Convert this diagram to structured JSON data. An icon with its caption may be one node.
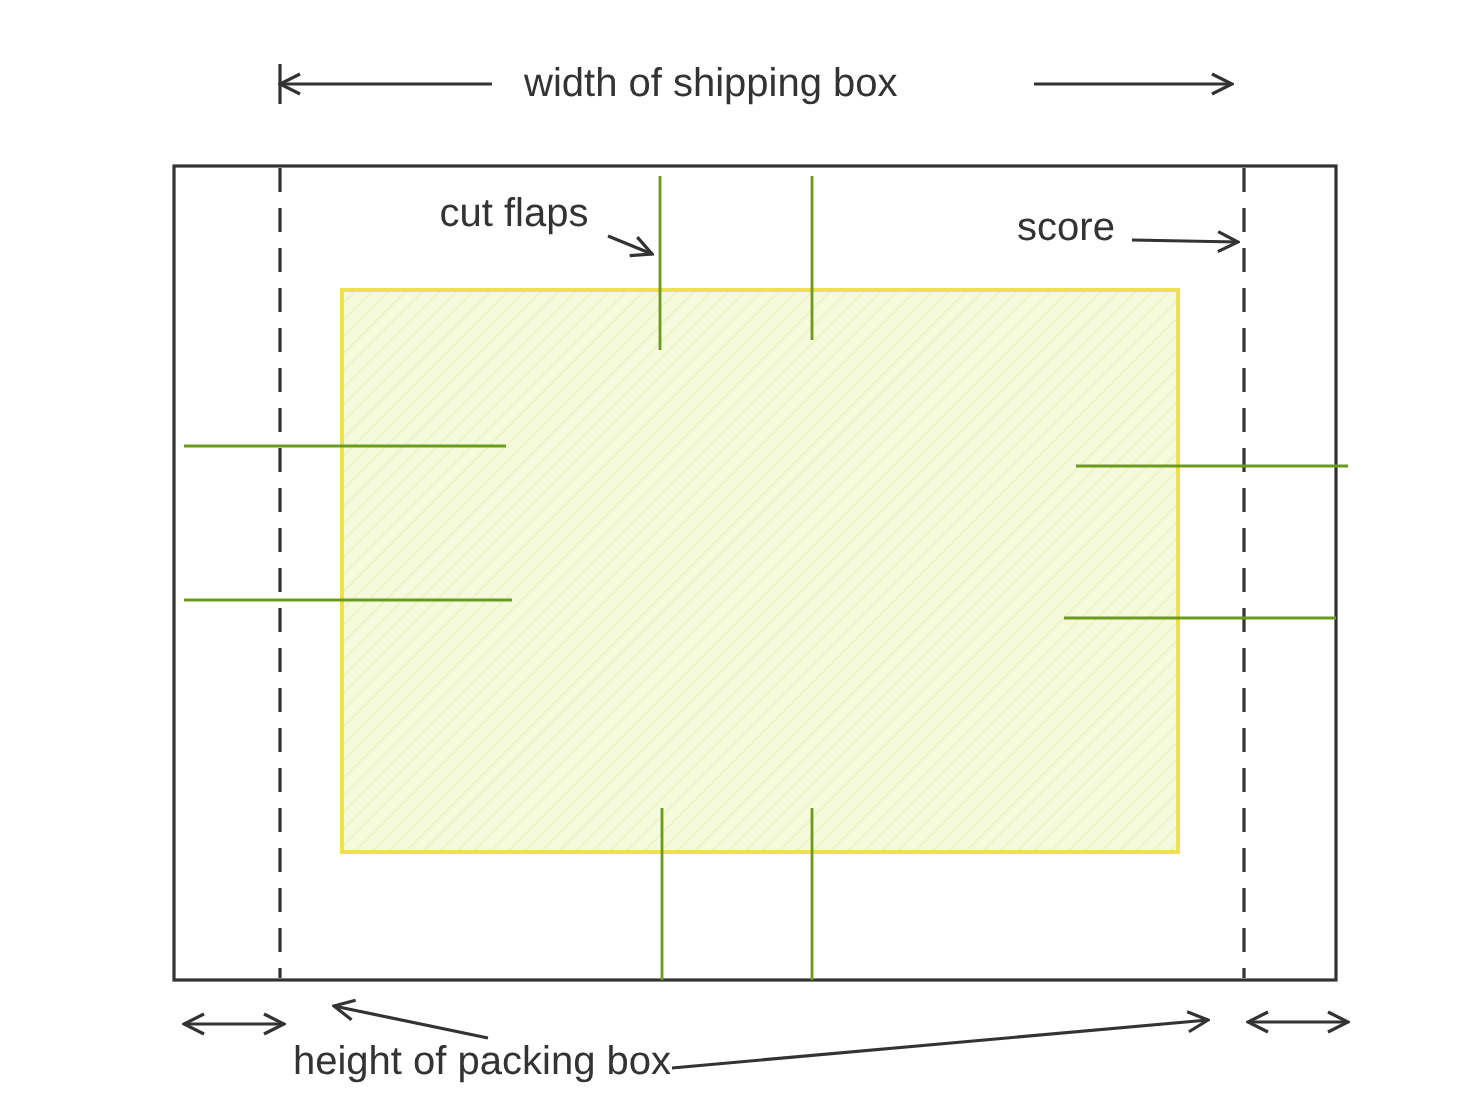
{
  "diagram": {
    "nodes": [
      {
        "text": [
          "cut flaps"
        ]
      },
      {
        "text": [
          "score"
        ]
      },
      {
        "text": [
          "height of packing box"
        ]
      }
    ],
    "edges": [
      {
        "from": 0,
        "to": null,
        "arrow": "to"
      },
      {
        "from": 1,
        "to": null,
        "arrow": "to"
      },
      {
        "from": 2,
        "to": null,
        "arrow": "to"
      },
      {
        "from": 2,
        "to": null,
        "arrow": "to"
      }
    ],
    "labels": [
      "width of shipping box"
    ]
  }
}
